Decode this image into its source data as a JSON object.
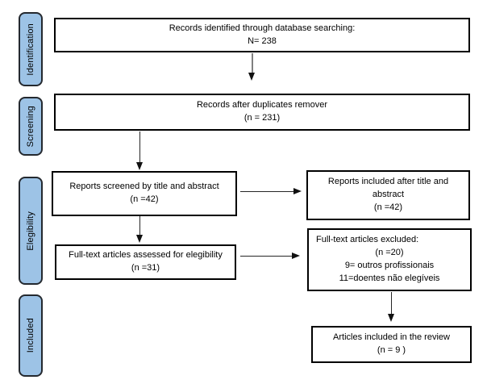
{
  "colors": {
    "stage_fill": "#9DC3E6",
    "stage_border": "#24292F",
    "box_border": "#000000",
    "arrow": "#111111",
    "background": "#FFFFFF"
  },
  "sidebar": {
    "items": [
      {
        "label": "Identification"
      },
      {
        "label": "Screening"
      },
      {
        "label": "Elegibility"
      },
      {
        "label": "Included"
      }
    ]
  },
  "boxes": {
    "records_identified": {
      "lines": [
        "Records identified through database searching:",
        "N= 238"
      ]
    },
    "duplicates_removed": {
      "lines": [
        "Records after duplicates remover",
        "(n = 231)"
      ]
    },
    "reports_screened": {
      "lines": [
        "Reports screened by title and abstract",
        "(n =42)"
      ]
    },
    "reports_included": {
      "lines": [
        "Reports included after title and abstract",
        "(n =42)"
      ]
    },
    "fulltext_assessed": {
      "lines": [
        "Full-text articles assessed for elegibility",
        "(n =31)"
      ]
    },
    "fulltext_excluded": {
      "lines": [
        "Full-text articles excluded:",
        "(n =20)",
        "9= outros profissionais",
        "11=doentes não elegíveis"
      ]
    },
    "articles_included": {
      "lines": [
        "Articles included in the review",
        "(n = 9 )"
      ]
    }
  }
}
